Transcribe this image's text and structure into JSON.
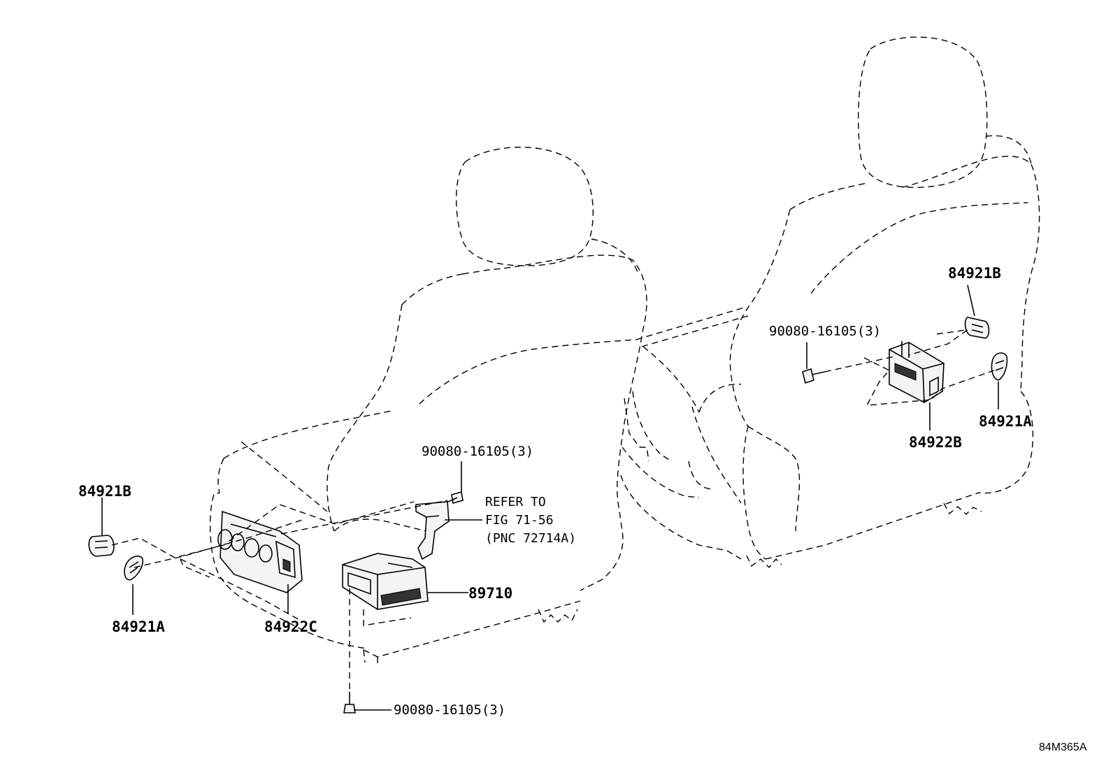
{
  "diagram_id": "84M365A",
  "labels": {
    "left_84921b": "84921B",
    "left_84921a": "84921A",
    "left_84922c": "84922C",
    "left_89710": "89710",
    "left_bolt_upper": "90080-16105(3)",
    "left_bolt_lower": "90080-16105(3)",
    "refer_line1": "REFER TO",
    "refer_line2": "FIG 71-56",
    "refer_line3": "(PNC 72714A)",
    "right_84921b": "84921B",
    "right_84921a": "84921A",
    "right_84922b": "84922B",
    "right_bolt": "90080-16105(3)"
  }
}
